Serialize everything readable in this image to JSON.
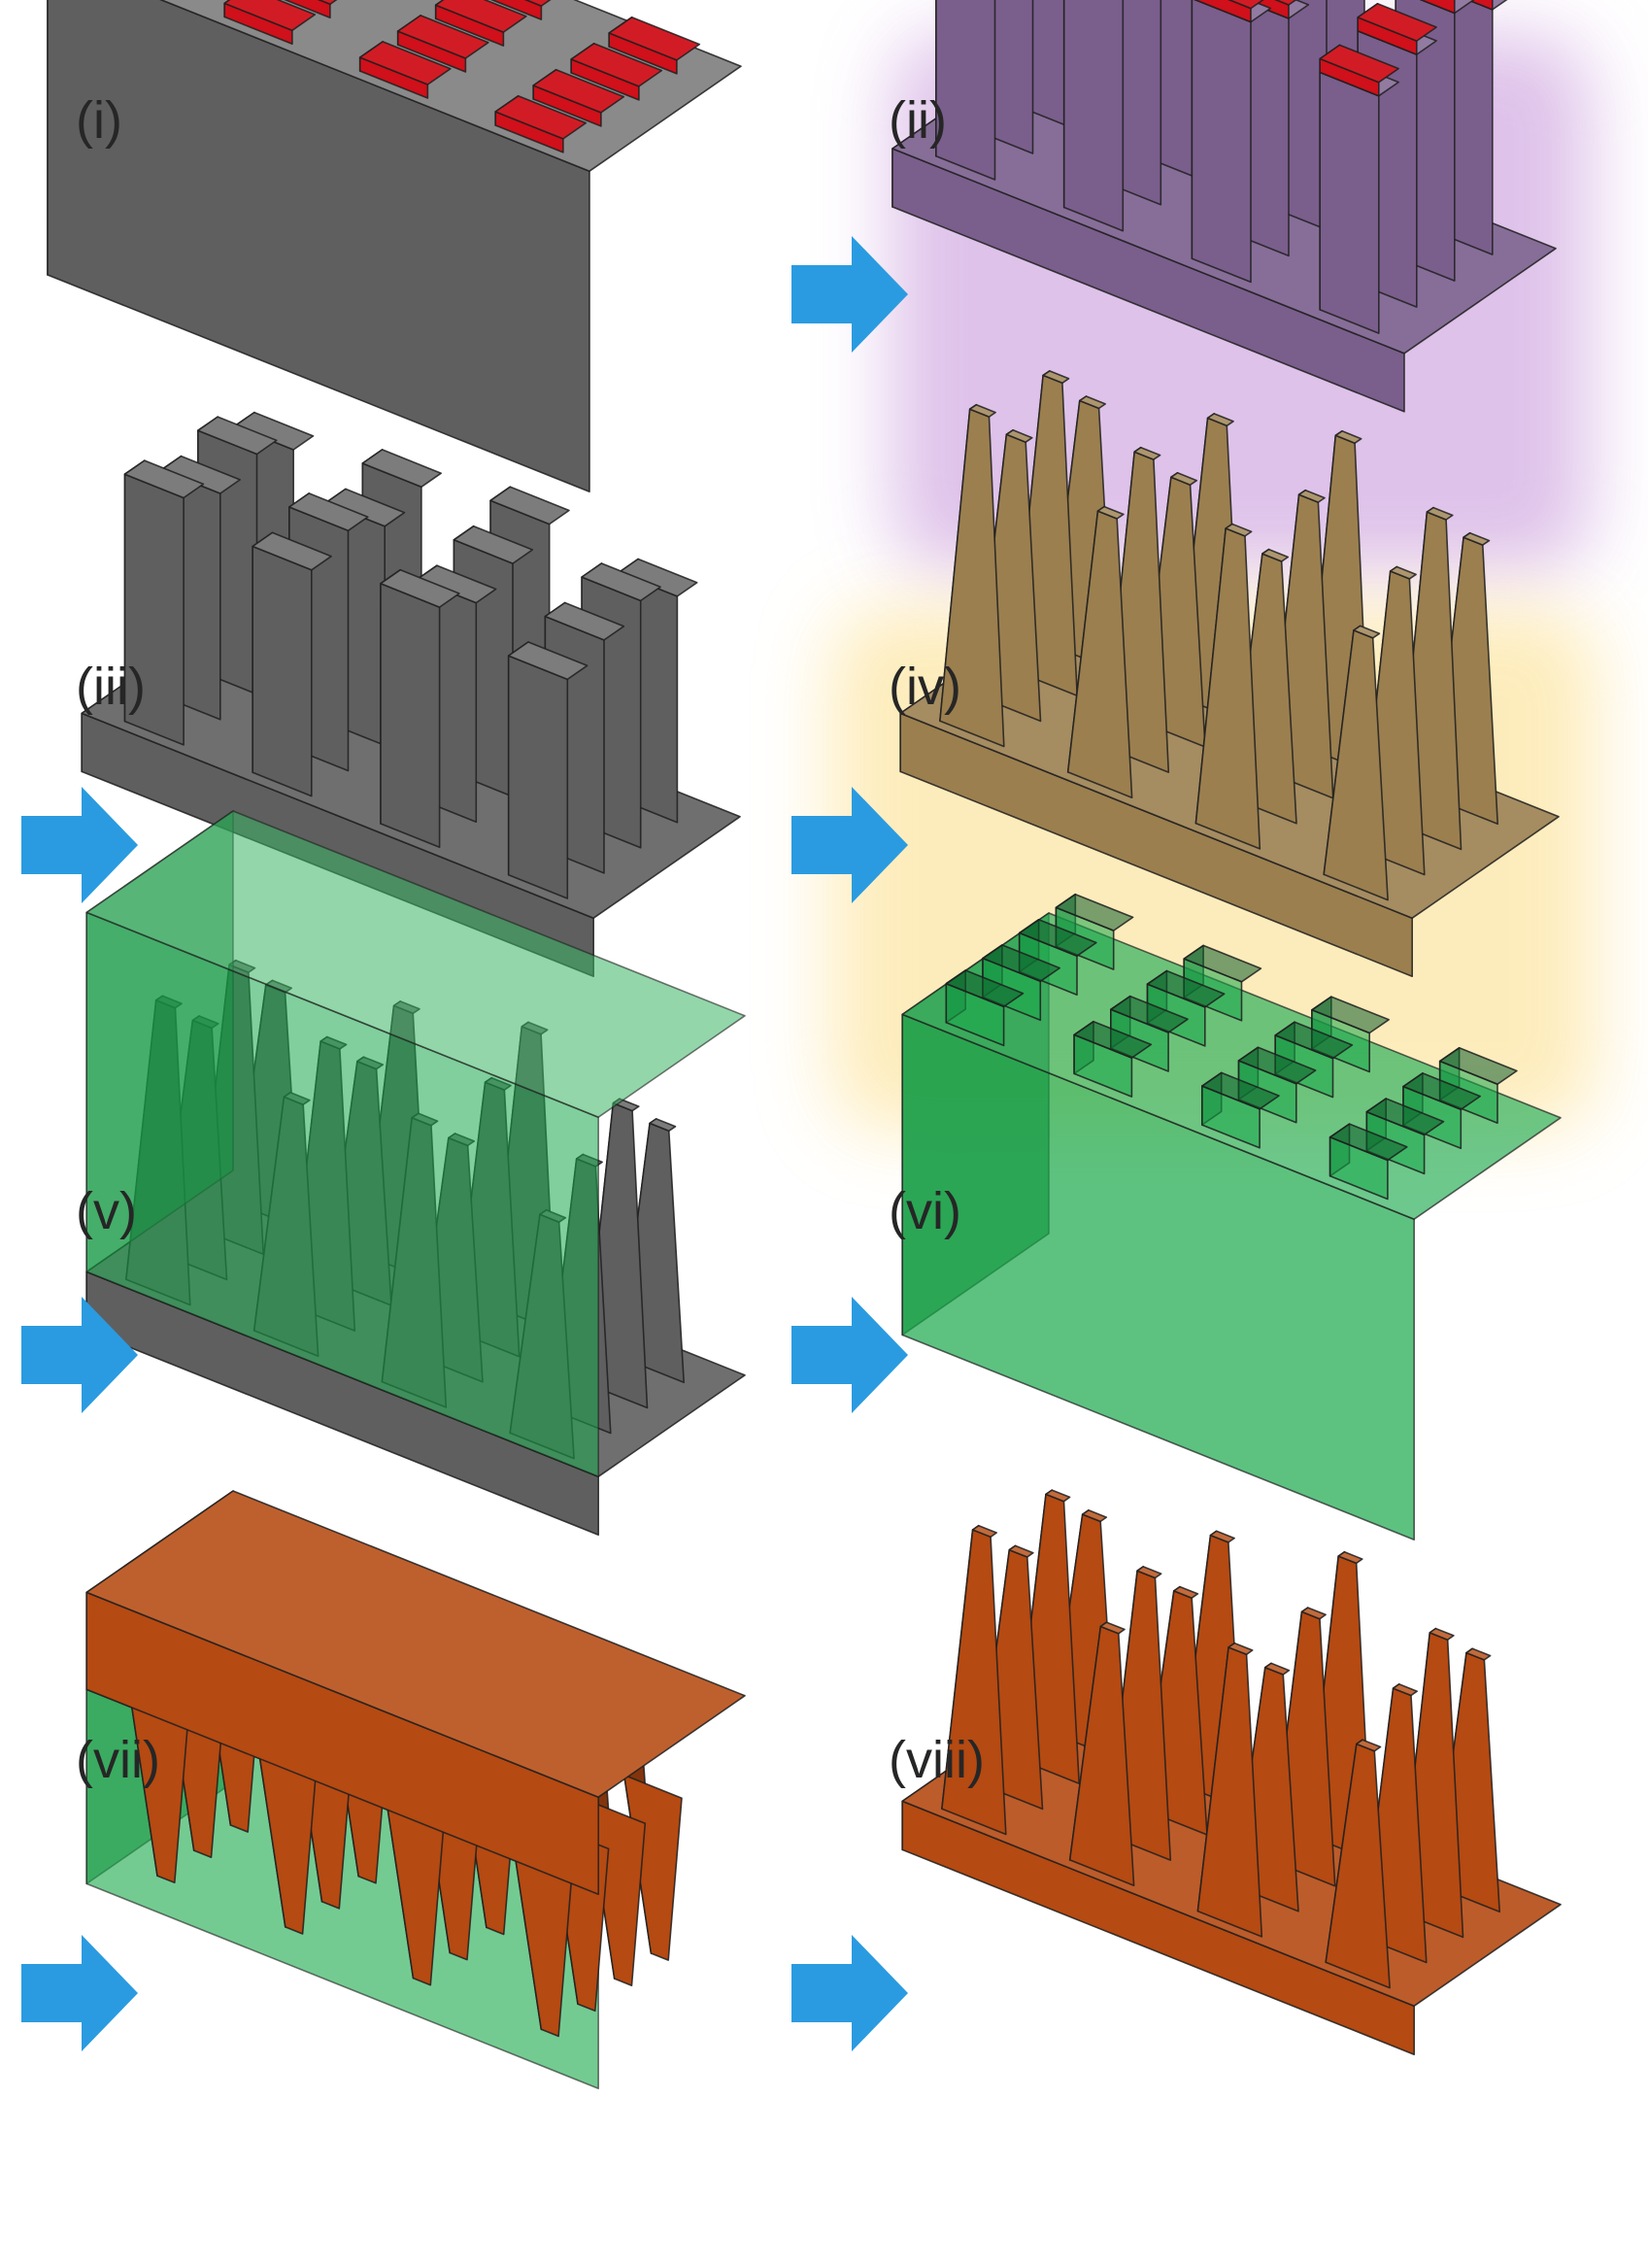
{
  "panels": [
    {
      "id": "i",
      "label": "(i)",
      "kind": "block-with-masks",
      "color": "#5f5f5f",
      "cap_color": "#d0101a",
      "glow": ""
    },
    {
      "id": "ii",
      "label": "(ii)",
      "kind": "pillars-with-caps",
      "color": "#7a5e8c",
      "cap_color": "#d0101a",
      "glow": "#d9b8e6"
    },
    {
      "id": "iii",
      "label": "(iii)",
      "kind": "pillars",
      "color": "#5f5f5f",
      "glow": ""
    },
    {
      "id": "iv",
      "label": "(iv)",
      "kind": "cones",
      "color": "#9b7f4f",
      "glow": "#fde9b0"
    },
    {
      "id": "v",
      "label": "(v)",
      "kind": "cones-embedded",
      "color": "#5f5f5f",
      "matrix_color": "#18a84a",
      "glow": ""
    },
    {
      "id": "vi",
      "label": "(vi)",
      "kind": "mold",
      "matrix_color": "#18a84a",
      "glow": ""
    },
    {
      "id": "vii",
      "label": "(vii)",
      "kind": "mold-filled",
      "color": "#b54a12",
      "matrix_color": "#18a84a",
      "glow": ""
    },
    {
      "id": "viii",
      "label": "(viii)",
      "kind": "cones",
      "color": "#b54a12",
      "glow": ""
    }
  ],
  "arrow_color": "#2a9be0"
}
